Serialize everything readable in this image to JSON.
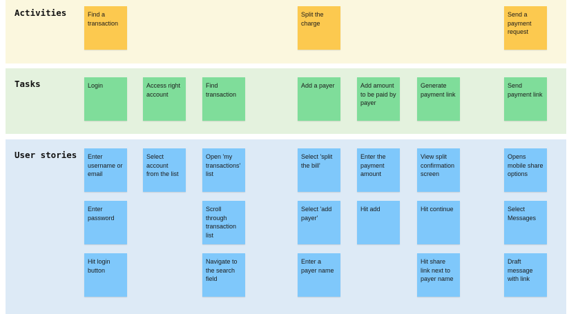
{
  "colors": {
    "activities_band": "#fbf7de",
    "tasks_band": "#e4f2de",
    "stories_band": "#ddeaf6",
    "activity_note": "#fcc94f",
    "task_note": "#7fdd9a",
    "story_note": "#7fc8fb"
  },
  "rows": {
    "activities": "Activities",
    "tasks": "Tasks",
    "user_stories": "User stories"
  },
  "activities": {
    "find_transaction": "Find a transaction",
    "split_charge": "Split the charge",
    "send_request": "Send a payment request"
  },
  "tasks": {
    "login": "Login",
    "access_account": "Access right account",
    "find_transaction": "Find transaction",
    "add_payer": "Add a payer",
    "add_amount": "Add amount to be paid by payer",
    "generate_link": "Generate payment link",
    "send_link": "Send payment link"
  },
  "stories": {
    "enter_username": "Enter username or email",
    "enter_password": "Enter password",
    "hit_login": "Hit login button",
    "select_account": "Select account from the list",
    "open_transactions": "Open 'my transactions' list",
    "scroll_list": "Scroll through transaction list",
    "navigate_search": "Navigate to the search field",
    "select_split": "Select 'split the bill'",
    "select_add_payer": "Select 'add payer'",
    "enter_payer_name": "Enter a payer name",
    "enter_amount": "Enter the payment amount",
    "hit_add": "Hit add",
    "view_split": "View split confirmation screen",
    "hit_continue": "Hit continue",
    "hit_share": "Hit share link next to payer name",
    "open_share": "Opens mobile share options",
    "select_messages": "Select Messages",
    "draft_message": "Draft message with link"
  }
}
